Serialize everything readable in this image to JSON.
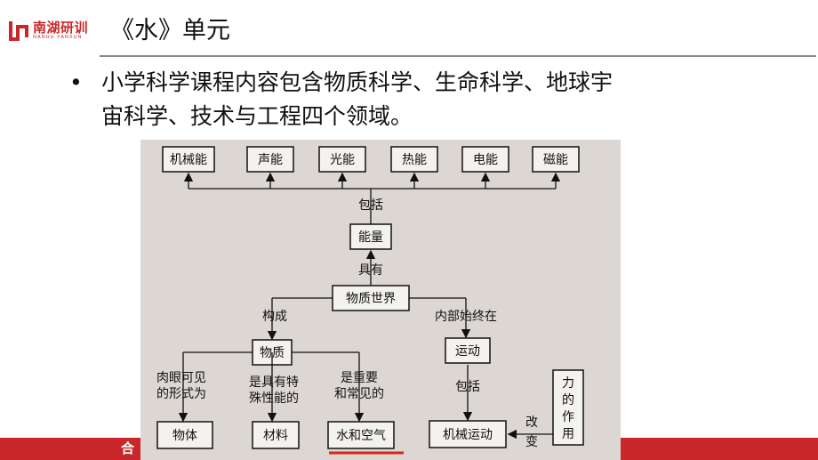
{
  "header": {
    "logo_cn": "南湖研训",
    "logo_en": "NANHU YANXUN",
    "title": "《水》单元"
  },
  "bullet": {
    "marker": "•",
    "line1": "小学科学课程内容包含物质科学、生命科学、地球宇",
    "line2": "宙科学、技术与工程四个领域。"
  },
  "diagram": {
    "energy_types": [
      "机械能",
      "声能",
      "光能",
      "热能",
      "电能",
      "磁能"
    ],
    "nodes": {
      "energy": "能量",
      "world": "物质世界",
      "substance": "物质",
      "motion": "运动",
      "object": "物体",
      "material": "材料",
      "water_air": "水和空气",
      "mech_motion": "机械运动",
      "force": [
        "力",
        "的",
        "作",
        "用"
      ]
    },
    "edge_labels": {
      "includes_top": "包括",
      "has": "具有",
      "composes": "构成",
      "always_in": "内部始终在",
      "includes_bottom": "包括",
      "visible_1": "肉眼可见",
      "visible_2": "的形式为",
      "special_1": "是具有特",
      "special_2": "殊性能的",
      "important_1": "是重要",
      "important_2": "和常见的",
      "change_1": "改",
      "change_2": "变"
    },
    "highlight_color": "#d9261c"
  },
  "footer": {
    "label": "合"
  },
  "colors": {
    "brand_red": "#c8282a",
    "rule_gray": "#8a8a8a"
  }
}
